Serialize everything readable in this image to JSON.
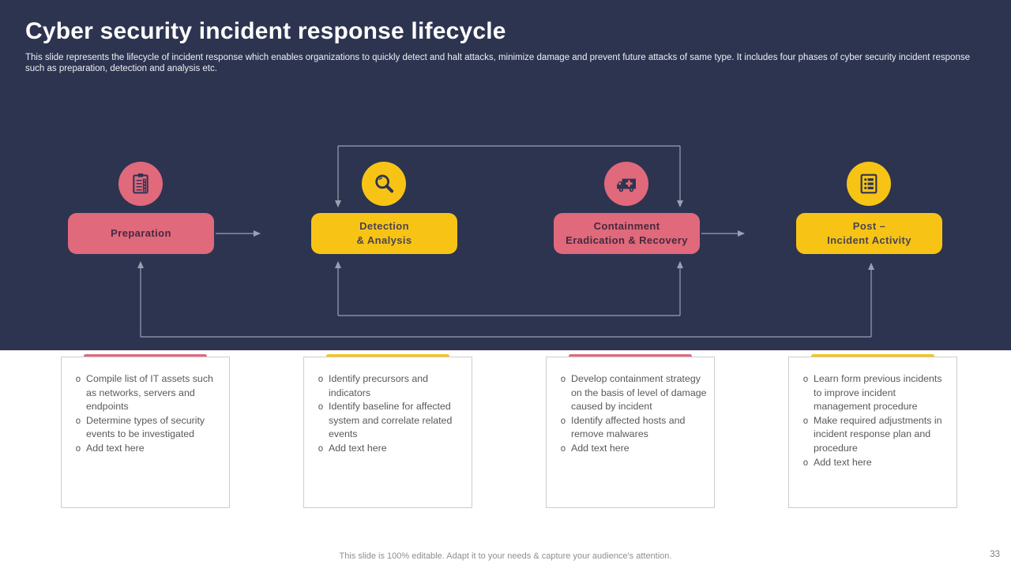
{
  "slide": {
    "title": "Cyber security incident response lifecycle",
    "subtitle": "This slide represents the lifecycle of incident response which enables organizations to quickly detect and halt attacks, minimize damage and prevent future attacks of same type. It includes four phases of cyber security incident response such as preparation, detection and analysis etc.",
    "footer": "This slide is 100% editable. Adapt it to your needs & capture your audience's attention.",
    "page_number": "33"
  },
  "colors": {
    "background_navy": "#2d3450",
    "pink": "#e0697c",
    "yellow": "#f7c416",
    "arrow_gray": "#98a0b2",
    "list_text": "#595959",
    "box_border": "#cdcdcd"
  },
  "phases": [
    {
      "label_line1": "Preparation",
      "accent": "pink",
      "icon": "clipboard-checklist-icon",
      "bullet_char": "o",
      "details": [
        "Compile list of IT assets such as networks, servers and endpoints",
        "Determine types of security events to be investigated",
        "Add text here"
      ]
    },
    {
      "label_line1": "Detection",
      "label_line2": "& Analysis",
      "accent": "yellow",
      "icon": "magnifier-icon",
      "bullet_char": "o",
      "details": [
        "Identify precursors and indicators",
        "Identify baseline for affected system and correlate related events",
        "Add text here"
      ]
    },
    {
      "label_line1": "Containment",
      "label_line2": "Eradication & Recovery",
      "accent": "pink",
      "icon": "ambulance-icon",
      "bullet_char": "o",
      "details": [
        "Develop containment strategy on the basis of level of damage caused by incident",
        "Identify affected hosts and remove malwares",
        "Add text here"
      ]
    },
    {
      "label_line1": "Post –",
      "label_line2": "Incident Activity",
      "accent": "yellow",
      "icon": "report-list-icon",
      "bullet_char": "o",
      "details": [
        "Learn form previous incidents to improve incident management procedure",
        "Make required adjustments in incident response plan and procedure",
        "Add text here"
      ]
    }
  ]
}
